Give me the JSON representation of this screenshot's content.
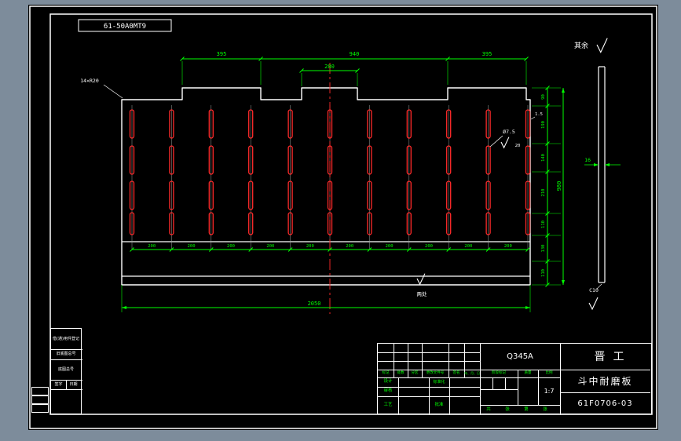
{
  "colors": {
    "canvas": "#7d8c9b",
    "paper": "#000000",
    "line": "#ffffff",
    "dimension": "#00ff00",
    "slot": "#ff2a2a",
    "label_green": "#00ff00"
  },
  "stamp_code": "61-50A0MT9",
  "surface_note": {
    "prefix": "其余"
  },
  "plate": {
    "radius_note": "14×R20",
    "hole_note": "Ø7.5",
    "hole_finish": "20",
    "edge_note": "1.5",
    "places_note": "两处",
    "thickness_dim": "16",
    "chamfer_note": "C10",
    "dims_top": [
      "395",
      "940",
      "395"
    ],
    "dim_tab_width": "280",
    "dims_bottom": [
      "200",
      "200",
      "200",
      "200",
      "200",
      "200",
      "200",
      "200",
      "200",
      "200"
    ],
    "dim_total_width": "2050",
    "dims_right": [
      "90",
      "190",
      "140",
      "210",
      "110",
      "130",
      "110"
    ],
    "dim_total_height": "980",
    "slot_columns": 11,
    "slot_rows": 4
  },
  "titleblock": {
    "material": "Q345A",
    "company": "晋工",
    "part_name": "斗中耐磨板",
    "drawing_no": "61F0706-03",
    "scale_value": "1:7",
    "rev_headers": [
      "标记",
      "处数",
      "分区",
      "更改文件号",
      "签名",
      "年、月、日"
    ],
    "sign_labels": [
      "设计",
      "标准化",
      "审核",
      "工艺",
      "批准"
    ],
    "stage_header": [
      "阶段标记",
      "质量",
      "比例"
    ],
    "sheet_row": [
      "共",
      "张",
      "第",
      "张"
    ]
  },
  "margin_blocks": {
    "rows": [
      "借(通)用件登记",
      "旧底图总号",
      "底图总号"
    ],
    "sign_row": [
      "签字",
      "日期"
    ]
  }
}
